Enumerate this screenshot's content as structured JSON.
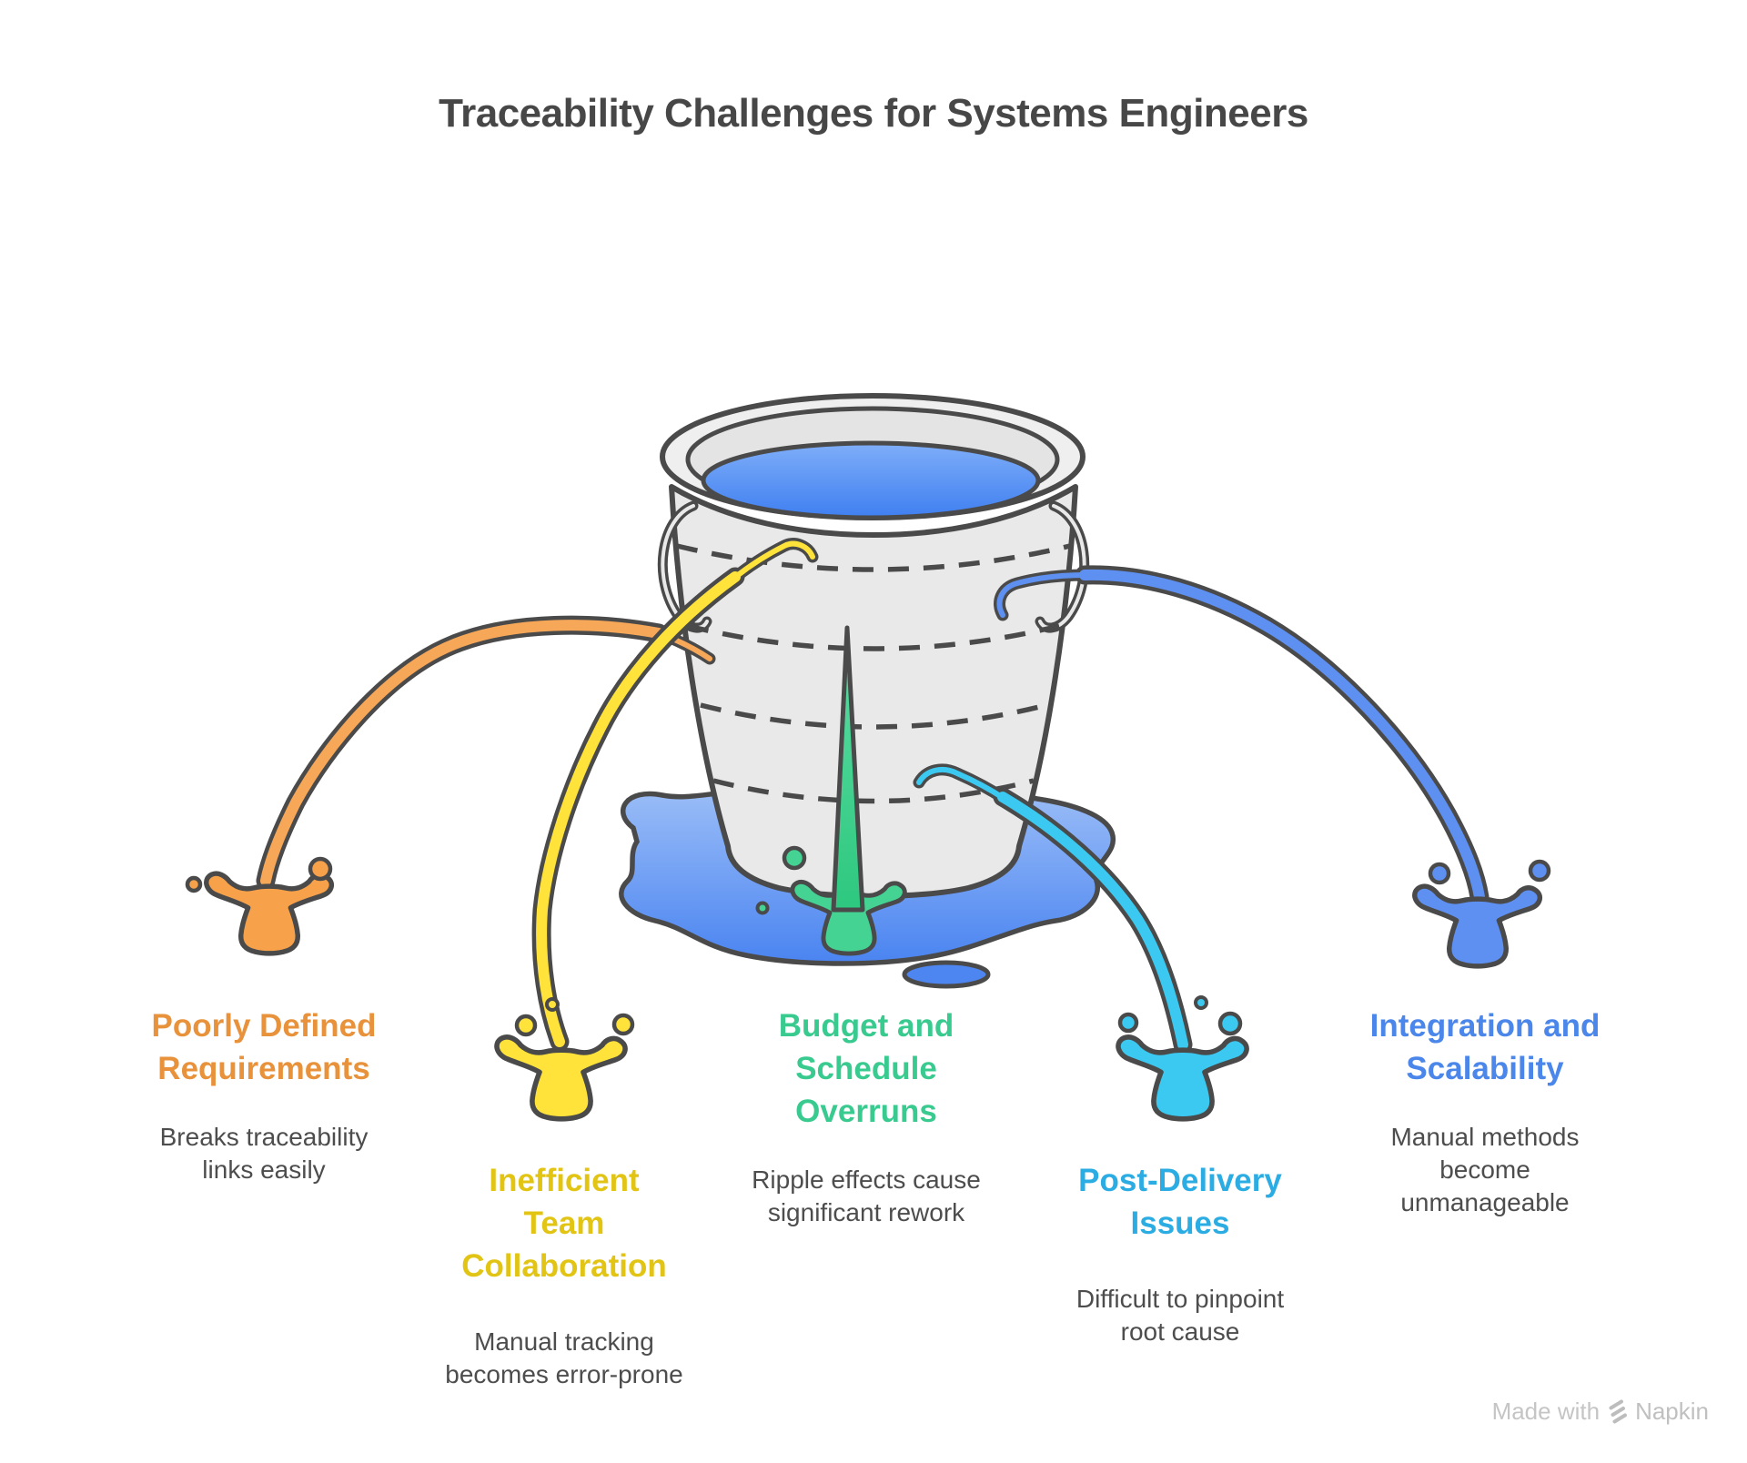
{
  "title": "Traceability Challenges for Systems Engineers",
  "labels": [
    {
      "id": "poorly-defined-requirements",
      "title_lines": [
        "Poorly Defined",
        "Requirements"
      ],
      "desc_lines": [
        "Breaks traceability",
        "links easily"
      ],
      "color": "#E8923B"
    },
    {
      "id": "inefficient-team-collaboration",
      "title_lines": [
        "Inefficient",
        "Team",
        "Collaboration"
      ],
      "desc_lines": [
        "Manual tracking",
        "becomes error-prone"
      ],
      "color": "#E2C414"
    },
    {
      "id": "budget-and-schedule-overruns",
      "title_lines": [
        "Budget and",
        "Schedule",
        "Overruns"
      ],
      "desc_lines": [
        "Ripple effects cause",
        "significant rework"
      ],
      "color": "#38CA8E"
    },
    {
      "id": "post-delivery-issues",
      "title_lines": [
        "Post-Delivery",
        "Issues"
      ],
      "desc_lines": [
        "Difficult to pinpoint",
        "root cause"
      ],
      "color": "#2BACE3"
    },
    {
      "id": "integration-and-scalability",
      "title_lines": [
        "Integration and",
        "Scalability"
      ],
      "desc_lines": [
        "Manual methods",
        "become",
        "unmanageable"
      ],
      "color": "#4B86EB"
    }
  ],
  "watermark": {
    "made_with": "Made with",
    "brand": "Napkin"
  },
  "colors": {
    "outline": "#4A4A4A",
    "title_text": "#474747",
    "description_text": "#4D4D4D",
    "bucket_fill": "#E9E9E9",
    "water_blue_top": "#7FAEF9",
    "water_blue_bottom": "#3F7FF0",
    "stream_orange": "#F7A758",
    "stream_yellow": "#FFE33A",
    "stream_green": "#44D393",
    "stream_cyan": "#3BC9F1",
    "stream_blue": "#5E90F2",
    "watermark_gray": "#C5C5C5"
  },
  "icons": {
    "bucket": "leaky-bucket-of-water-icon",
    "watermark_logo": "napkin-zigzag-logo-icon"
  }
}
